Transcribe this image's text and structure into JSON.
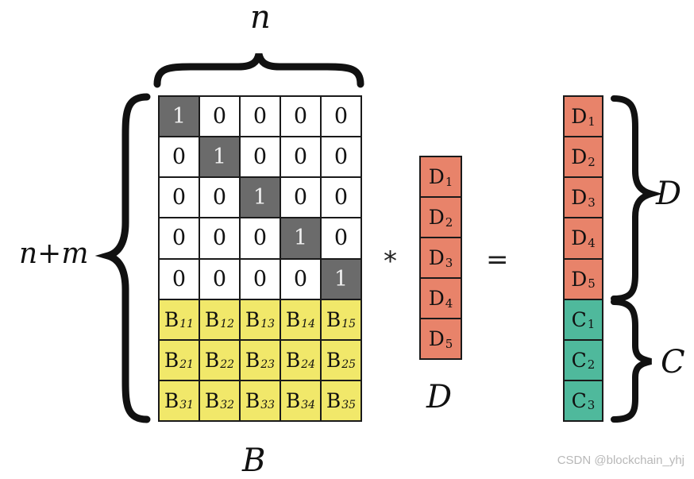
{
  "labels": {
    "top_n": "n",
    "left_nm": "n+m",
    "bottom_b": "B",
    "vector_d": "D",
    "brace_d": "D",
    "brace_c": "C",
    "multiply": "*",
    "equals": "="
  },
  "matrix_b": {
    "identity_rows": [
      [
        "1",
        "0",
        "0",
        "0",
        "0"
      ],
      [
        "0",
        "1",
        "0",
        "0",
        "0"
      ],
      [
        "0",
        "0",
        "1",
        "0",
        "0"
      ],
      [
        "0",
        "0",
        "0",
        "1",
        "0"
      ],
      [
        "0",
        "0",
        "0",
        "0",
        "1"
      ]
    ],
    "b_rows": [
      [
        {
          "base": "B",
          "sub": "11"
        },
        {
          "base": "B",
          "sub": "12"
        },
        {
          "base": "B",
          "sub": "13"
        },
        {
          "base": "B",
          "sub": "14"
        },
        {
          "base": "B",
          "sub": "15"
        }
      ],
      [
        {
          "base": "B",
          "sub": "21"
        },
        {
          "base": "B",
          "sub": "22"
        },
        {
          "base": "B",
          "sub": "23"
        },
        {
          "base": "B",
          "sub": "24"
        },
        {
          "base": "B",
          "sub": "25"
        }
      ],
      [
        {
          "base": "B",
          "sub": "31"
        },
        {
          "base": "B",
          "sub": "32"
        },
        {
          "base": "B",
          "sub": "33"
        },
        {
          "base": "B",
          "sub": "34"
        },
        {
          "base": "B",
          "sub": "35"
        }
      ]
    ]
  },
  "vector_d": [
    {
      "base": "D",
      "sub": "1"
    },
    {
      "base": "D",
      "sub": "2"
    },
    {
      "base": "D",
      "sub": "3"
    },
    {
      "base": "D",
      "sub": "4"
    },
    {
      "base": "D",
      "sub": "5"
    }
  ],
  "result": [
    {
      "base": "D",
      "sub": "1",
      "kind": "d"
    },
    {
      "base": "D",
      "sub": "2",
      "kind": "d"
    },
    {
      "base": "D",
      "sub": "3",
      "kind": "d"
    },
    {
      "base": "D",
      "sub": "4",
      "kind": "d"
    },
    {
      "base": "D",
      "sub": "5",
      "kind": "d"
    },
    {
      "base": "C",
      "sub": "1",
      "kind": "c"
    },
    {
      "base": "C",
      "sub": "2",
      "kind": "c"
    },
    {
      "base": "C",
      "sub": "3",
      "kind": "c"
    }
  ],
  "colors": {
    "identity_one": "#6b6b6b",
    "b_cell": "#f1e86a",
    "d_cell": "#e8836a",
    "c_cell": "#4fb99c"
  },
  "watermark": "CSDN @blockchain_yhj"
}
